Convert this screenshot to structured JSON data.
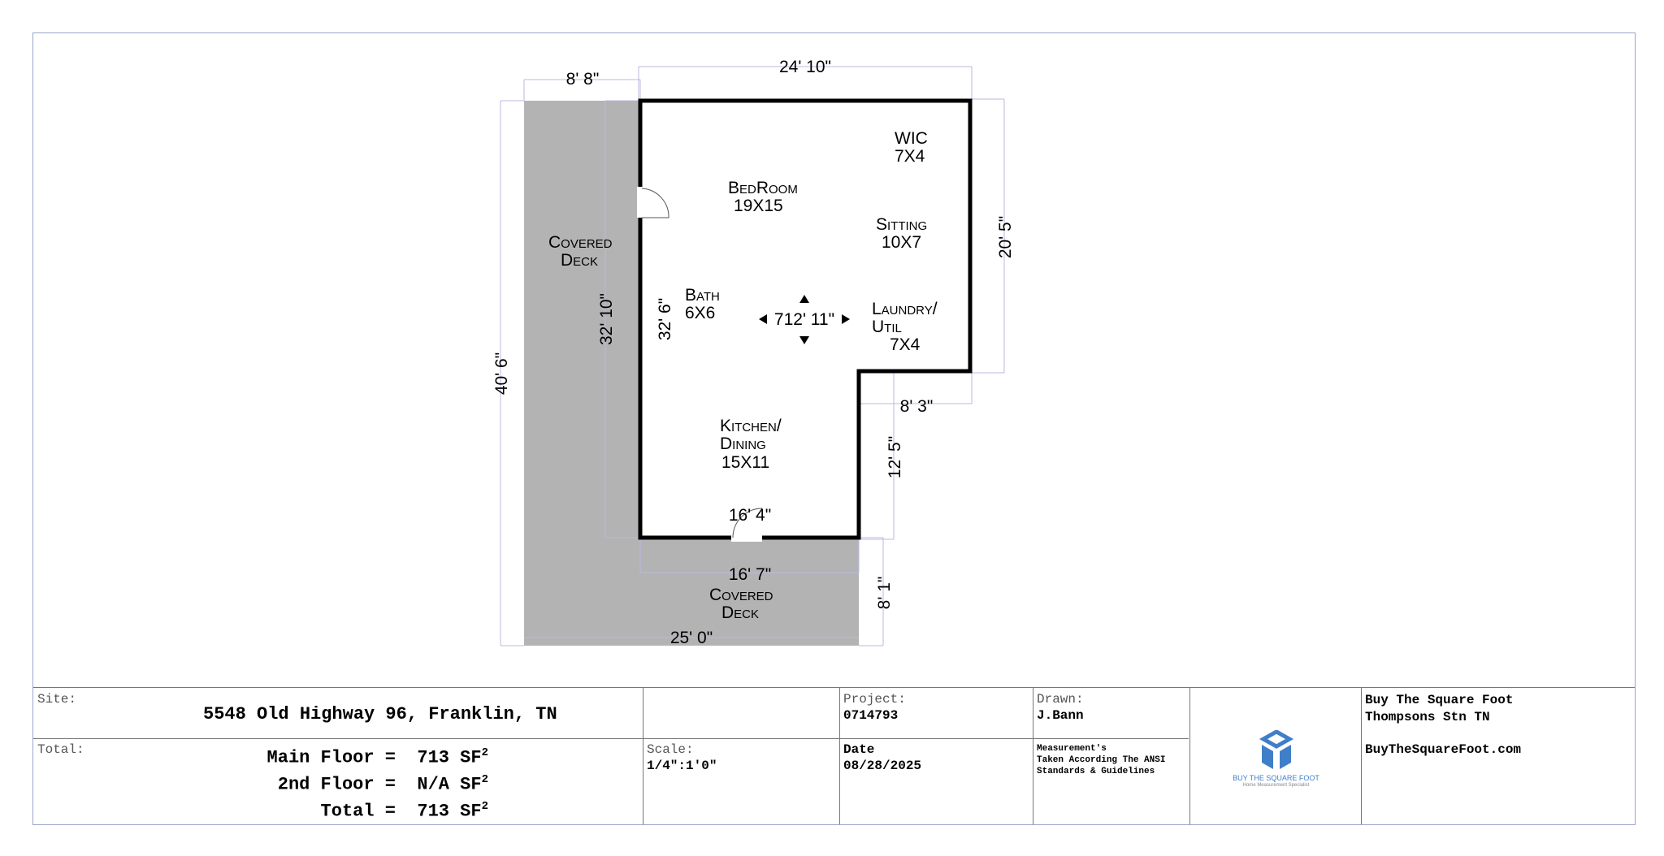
{
  "plan": {
    "rooms": [
      {
        "name": "BedRoom",
        "size": "19X15"
      },
      {
        "name": "WIC",
        "size": "7X4"
      },
      {
        "name": "Sitting",
        "size": "10X7"
      },
      {
        "name": "Bath",
        "size": "6X6"
      },
      {
        "name": "Laundry/",
        "name2": "Util",
        "size": "7X4"
      },
      {
        "name": "Kitchen/",
        "name2": "Dining",
        "size": "15X11"
      }
    ],
    "decks": [
      {
        "line1": "Covered",
        "line2": "Deck"
      },
      {
        "line1": "Covered",
        "line2": "Deck"
      }
    ],
    "area_label": "712' 11\"",
    "dimensions": {
      "top": "24' 10\"",
      "deck_top": "8' 8\"",
      "right": "20' 5\"",
      "notch_h": "8' 3\"",
      "notch_v": "12' 5\"",
      "left_outer": "40' 6\"",
      "left_mid": "32' 10\"",
      "left_inner": "32' 6\"",
      "bottom_inner": "16' 4\"",
      "bottom_outer": "16' 7\"",
      "deck_bottom": "25' 0\"",
      "deck_right": "8' 1\""
    }
  },
  "titleblock": {
    "site_label": "Site:",
    "site_value": "5548 Old Highway 96, Franklin, TN",
    "total_label": "Total:",
    "main_floor": "Main Floor =  713 SF",
    "second_floor": "2nd Floor =  N/A SF",
    "total": "Total =  713 SF",
    "sup": "2",
    "scale_label": "Scale:",
    "scale_value": "1/4\":1'0\"",
    "project_label": "Project:",
    "project_value": "0714793",
    "date_label": "Date",
    "date_value": "08/28/2025",
    "drawn_label": "Drawn:",
    "drawn_value": "J.Bann",
    "note1": "Measurement's",
    "note2": "Taken According The ANSI",
    "note3": "Standards & Guidelines",
    "logo_text": "BUY THE SQUARE FOOT",
    "logo_sub": "Home Measurement Specialist",
    "company1": "Buy The Square Foot",
    "company2": "Thompsons Stn TN",
    "website": "BuyTheSquareFoot.com"
  },
  "colors": {
    "deck": "#b3b3b3",
    "dim_line": "#b8b8e0",
    "logo": "#3f7fc9"
  }
}
